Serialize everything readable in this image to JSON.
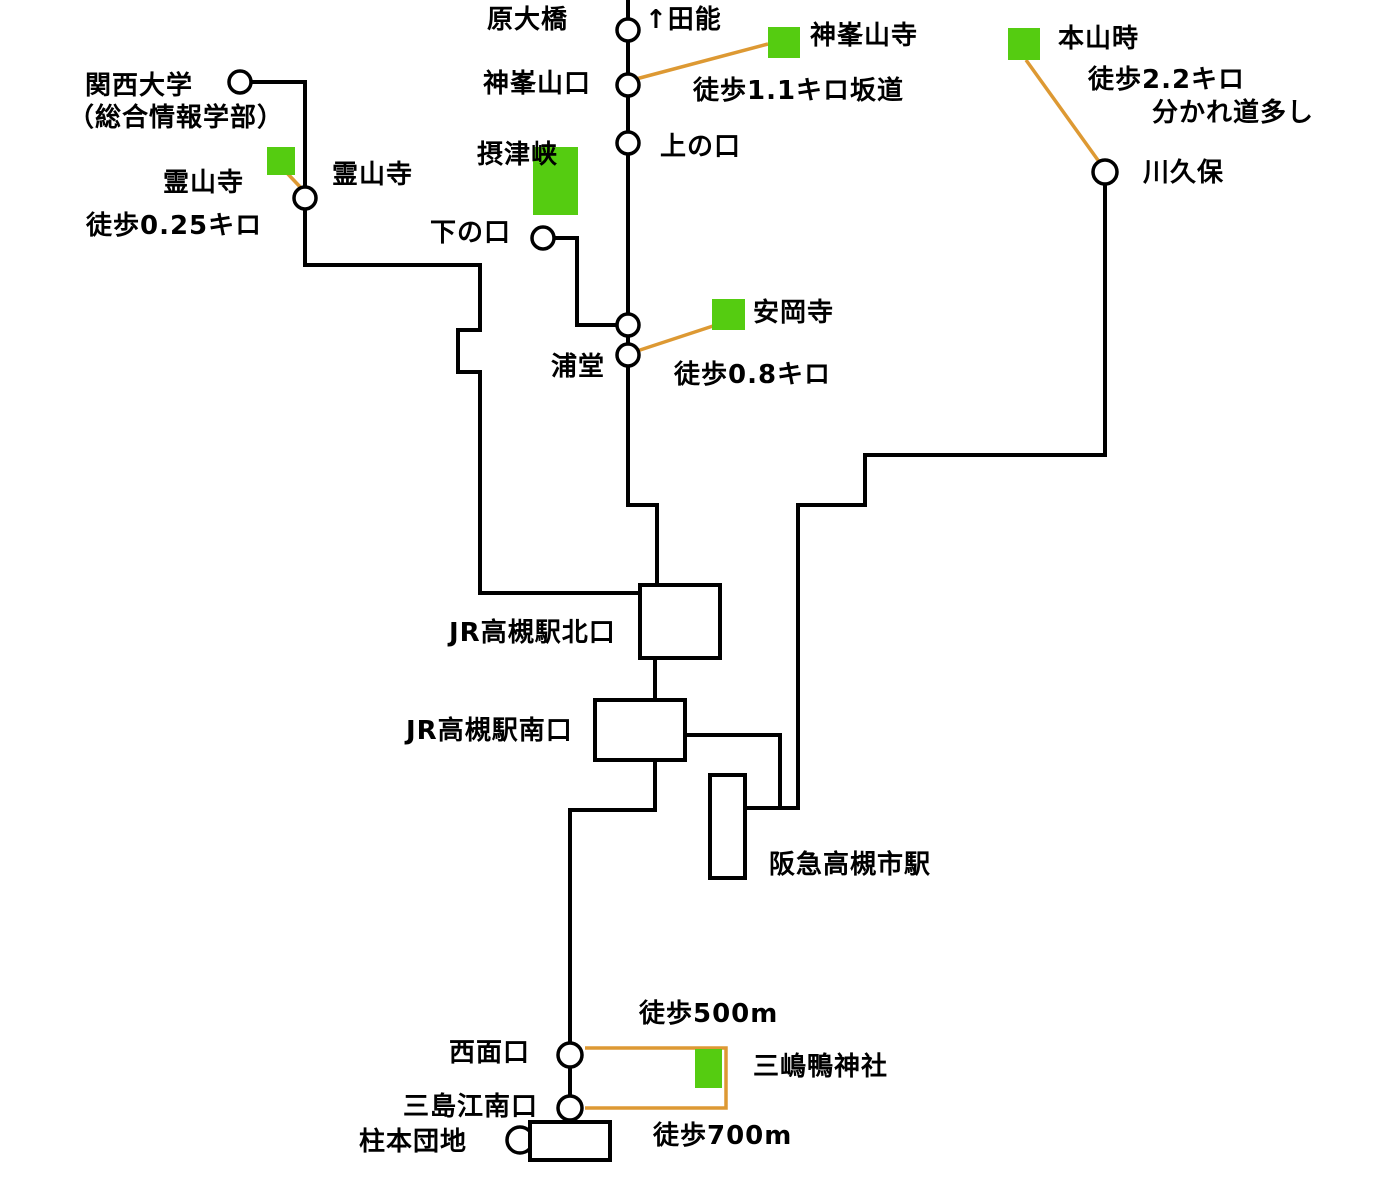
{
  "map": {
    "colors": {
      "route": "#000000",
      "walk": "#dd9933",
      "site": "#55cc11",
      "stop_fill": "#ffffff"
    },
    "labels": {
      "hara_ohashi": "原大橋",
      "tano_arrow": "↑田能",
      "kabusanji": "神峯山寺",
      "honzanji": "本山時",
      "walk_kabusanji": "徒歩1.1キロ坂道",
      "walk_honzanji_1": "徒歩2.2キロ",
      "walk_honzanji_2": "分かれ道多し",
      "kansai_univ_1": "関西大学",
      "kansai_univ_2": "（総合情報学部）",
      "kabusanguchi": "神峯山口",
      "settsukyo": "摂津峡",
      "kaminokuchi": "上の口",
      "ryozenji": "霊山寺",
      "walk_ryozenji": "徒歩0.25キロ",
      "kawakubo": "川久保",
      "shimonokuchi": "下の口",
      "yasuokadera": "安岡寺",
      "urado": "浦堂",
      "walk_yasuokadera": "徒歩0.8キロ",
      "jr_takatsuki_north": "JR高槻駅北口",
      "jr_takatsuki_south": "JR高槻駅南口",
      "hankyu_takatsuki": "阪急高槻市駅",
      "walk_500m": "徒歩500m",
      "saimenguchi": "西面口",
      "mishima_kamo_jinja": "三嶋鴨神社",
      "mishimae_minamiguchi": "三島江南口",
      "walk_700m": "徒歩700m",
      "hashiramoto_danchi": "柱本団地"
    }
  }
}
